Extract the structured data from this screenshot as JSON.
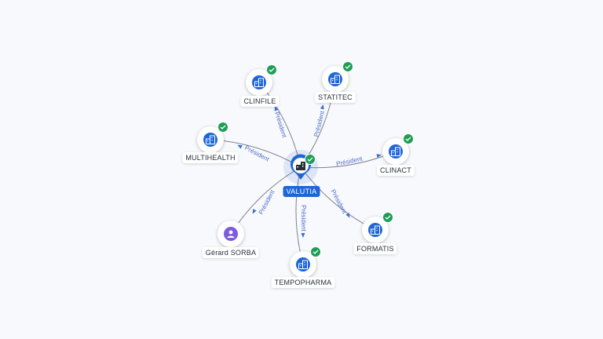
{
  "center": {
    "label": "VALUTIA",
    "icon": "building-icon",
    "verified": true
  },
  "nodes": [
    {
      "id": "clinfile",
      "label": "CLINFILE",
      "kind": "company",
      "icon": "building-icon",
      "verified": true
    },
    {
      "id": "statitec",
      "label": "STATITEC",
      "kind": "company",
      "icon": "building-icon",
      "verified": true
    },
    {
      "id": "multihealth",
      "label": "MULTIHEALTH",
      "kind": "company",
      "icon": "building-icon",
      "verified": true
    },
    {
      "id": "clinact",
      "label": "CLINACT",
      "kind": "company",
      "icon": "building-icon",
      "verified": true
    },
    {
      "id": "formatis",
      "label": "FORMATIS",
      "kind": "company",
      "icon": "building-icon",
      "verified": true
    },
    {
      "id": "tempopharma",
      "label": "TEMPOPHARMA",
      "kind": "company",
      "icon": "building-icon",
      "verified": true
    },
    {
      "id": "gerard-sorba",
      "label": "Gérard SORBA",
      "kind": "person",
      "icon": "person-icon",
      "verified": false
    }
  ],
  "edges": [
    {
      "to": "clinfile",
      "label": "Président"
    },
    {
      "to": "statitec",
      "label": "Président"
    },
    {
      "to": "multihealth",
      "label": "Président"
    },
    {
      "to": "clinact",
      "label": "Président"
    },
    {
      "to": "formatis",
      "label": "Président"
    },
    {
      "to": "tempopharma",
      "label": "Président"
    },
    {
      "to": "gerard-sorba",
      "label": "Président"
    }
  ],
  "colors": {
    "company": "#1e66d8",
    "person": "#7b5ce0",
    "verified": "#1f9d55",
    "edge_label": "#4d6fc8"
  }
}
